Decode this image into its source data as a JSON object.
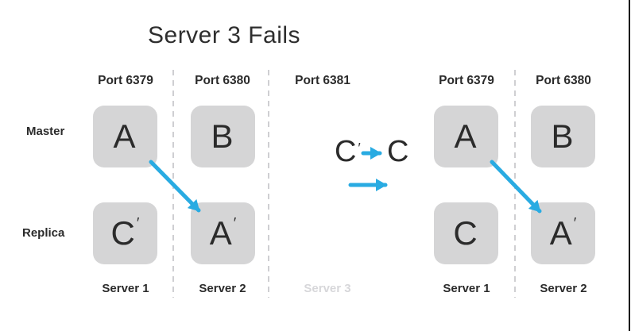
{
  "title": "Server 3 Fails",
  "colors": {
    "arrow_blue": "#29abe2",
    "node_fill": "#d5d5d6",
    "text_dark": "#2b2b2b",
    "muted_text": "#d7d7da",
    "dashed_line": "#cfcfd2",
    "frame_line": "#111111"
  },
  "row_labels": {
    "master": "Master",
    "replica": "Replica"
  },
  "left_cluster": {
    "ports": [
      "Port 6379",
      "Port 6380",
      "Port 6381"
    ],
    "master_nodes": [
      {
        "letter": "A",
        "prime": ""
      },
      {
        "letter": "B",
        "prime": ""
      }
    ],
    "replica_nodes": [
      {
        "letter": "C",
        "prime": "′"
      },
      {
        "letter": "A",
        "prime": "′"
      }
    ],
    "servers": [
      {
        "label": "Server 1",
        "muted": false
      },
      {
        "label": "Server 2",
        "muted": false
      },
      {
        "label": "Server 3",
        "muted": true
      }
    ]
  },
  "transition": {
    "from_letter": "C",
    "from_prime": "′",
    "to_letter": "C"
  },
  "right_cluster": {
    "ports": [
      "Port 6379",
      "Port 6380"
    ],
    "master_nodes": [
      {
        "letter": "A",
        "prime": ""
      },
      {
        "letter": "B",
        "prime": ""
      }
    ],
    "replica_nodes": [
      {
        "letter": "C",
        "prime": ""
      },
      {
        "letter": "A",
        "prime": "′"
      }
    ],
    "servers": [
      {
        "label": "Server 1",
        "muted": false
      },
      {
        "label": "Server 2",
        "muted": false
      }
    ]
  }
}
